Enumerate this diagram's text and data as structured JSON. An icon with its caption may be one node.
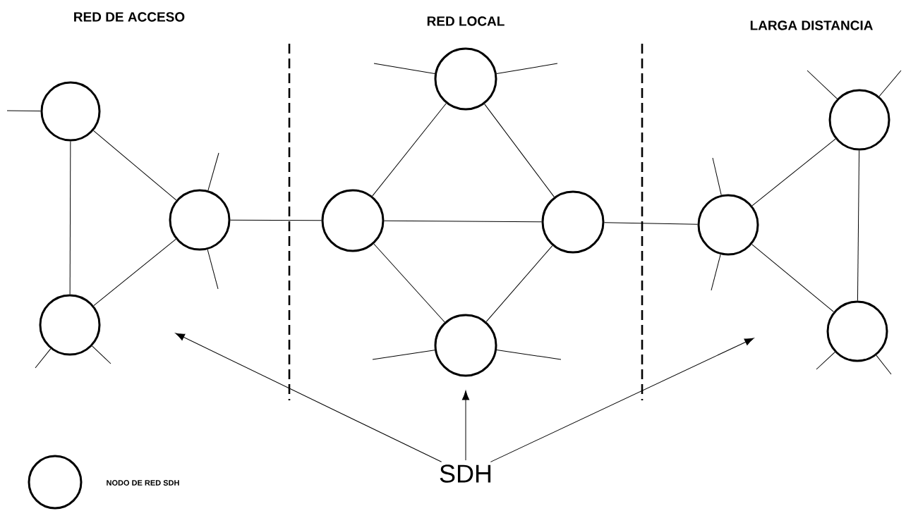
{
  "diagram": {
    "nodes": [
      {
        "text": [],
        "shape": "circle"
      },
      {
        "text": [],
        "shape": "circle"
      },
      {
        "text": [],
        "shape": "circle"
      },
      {
        "text": [],
        "shape": "circle"
      },
      {
        "text": [],
        "shape": "circle"
      },
      {
        "text": [],
        "shape": "circle"
      },
      {
        "text": [],
        "shape": "circle"
      },
      {
        "text": [],
        "shape": "circle"
      },
      {
        "text": [],
        "shape": "circle"
      },
      {
        "text": [],
        "shape": "circle"
      },
      {
        "text": [
          "SDH"
        ]
      },
      {
        "text": [],
        "shape": "circle",
        "beside": [
          "NODO DE RED SDH"
        ]
      }
    ],
    "edges": [
      {
        "from": 0,
        "to": 1,
        "arrow": "none"
      },
      {
        "from": 0,
        "to": 2,
        "arrow": "none"
      },
      {
        "from": 1,
        "to": 2,
        "arrow": "none"
      },
      {
        "from": 1,
        "to": 4,
        "arrow": "none"
      },
      {
        "from": 4,
        "to": 3,
        "arrow": "none"
      },
      {
        "from": 4,
        "to": 5,
        "arrow": "none"
      },
      {
        "from": 4,
        "to": 6,
        "arrow": "none"
      },
      {
        "from": 3,
        "to": 5,
        "arrow": "none"
      },
      {
        "from": 6,
        "to": 5,
        "arrow": "none"
      },
      {
        "from": 5,
        "to": 7,
        "arrow": "none"
      },
      {
        "from": 7,
        "to": 8,
        "arrow": "none"
      },
      {
        "from": 7,
        "to": 9,
        "arrow": "none"
      },
      {
        "from": 8,
        "to": 9,
        "arrow": "none"
      },
      {
        "from": 0,
        "to": null,
        "arrow": "none"
      },
      {
        "from": 1,
        "to": null,
        "arrow": "none"
      },
      {
        "from": 1,
        "to": null,
        "arrow": "none"
      },
      {
        "from": 2,
        "to": null,
        "arrow": "none"
      },
      {
        "from": 2,
        "to": null,
        "arrow": "none"
      },
      {
        "from": 3,
        "to": null,
        "arrow": "none"
      },
      {
        "from": 3,
        "to": null,
        "arrow": "none"
      },
      {
        "from": 6,
        "to": null,
        "arrow": "none"
      },
      {
        "from": 6,
        "to": null,
        "arrow": "none"
      },
      {
        "from": 7,
        "to": null,
        "arrow": "none"
      },
      {
        "from": 7,
        "to": null,
        "arrow": "none"
      },
      {
        "from": 8,
        "to": null,
        "arrow": "none"
      },
      {
        "from": 8,
        "to": null,
        "arrow": "none"
      },
      {
        "from": 9,
        "to": null,
        "arrow": "none"
      },
      {
        "from": 9,
        "to": null,
        "arrow": "none"
      },
      {
        "from": 10,
        "to": null,
        "arrow": "to"
      },
      {
        "from": 10,
        "to": 6,
        "arrow": "to"
      },
      {
        "from": 10,
        "to": null,
        "arrow": "to"
      }
    ],
    "labels": [
      "RED DE ACCESO",
      "RED LOCAL",
      "LARGA DISTANCIA"
    ]
  }
}
